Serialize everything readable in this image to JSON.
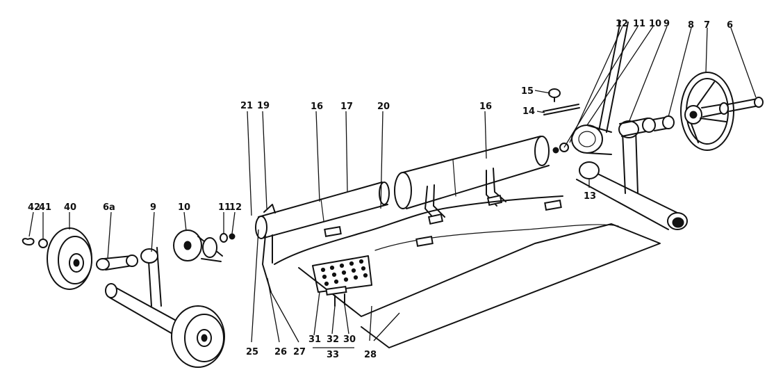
{
  "labels": {
    "p6": "6",
    "p7": "7",
    "p8": "8",
    "p9_right": "9",
    "p10_right": "10",
    "p11_right": "11",
    "p12_right": "12",
    "p13": "13",
    "p14": "14",
    "p15": "15",
    "p16_right": "16",
    "p16_left": "16",
    "p17": "17",
    "p19": "19",
    "p20": "20",
    "p21": "21",
    "p25": "25",
    "p26": "26",
    "p27": "27",
    "p28": "28",
    "p30": "30",
    "p31": "31",
    "p32": "32",
    "p33": "33",
    "p40": "40",
    "p41": "41",
    "p42": "42",
    "p6a": "6a",
    "p9_left": "9",
    "p10_left": "10",
    "p11_left": "11",
    "p12_left": "12"
  }
}
